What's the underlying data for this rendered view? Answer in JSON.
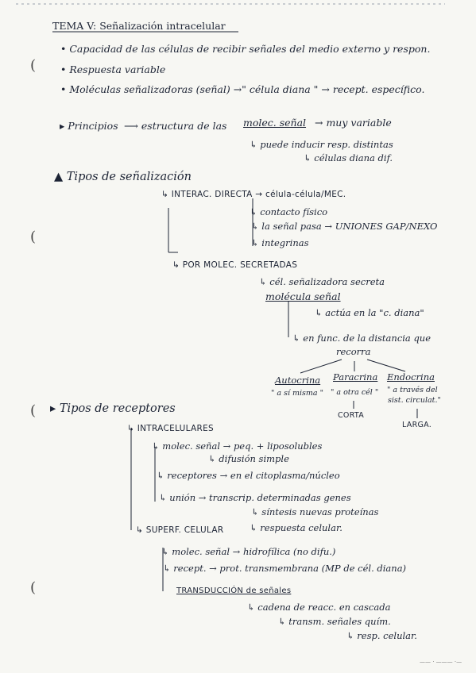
{
  "title": "TEMA V: Señalización intracelular",
  "intro": {
    "b1": "• Capacidad de las células de recibir señales del medio externo y respon.",
    "b2": "• Respuesta variable",
    "b3": "• Moléculas señalizadoras (señal) →\" célula diana \" → recept. específico."
  },
  "principios": {
    "head": "▸ Principios",
    "arrow": "⟶ estructura de las",
    "molec": "molec. señal",
    "muy": "→ muy variable",
    "puede": "↳ puede inducir resp. distintas",
    "celulas": "↳ células diana dif."
  },
  "tipos_senal": {
    "head": "▲ Tipos de señalización",
    "interac": "↳ INTERAC. DIRECTA → célula-célula/MEC.",
    "contacto": "↳ contacto físico",
    "pasa": "↳ la señal pasa → UNIONES GAP/NEXO",
    "integrinas": "↳ integrinas",
    "secretadas": "↳ POR MOLEC. SECRETADAS",
    "cel_senal": "↳ cél. señalizadora secreta",
    "molecula": "molécula señal",
    "actua": "↳ actúa en la \"c. diana\"",
    "enfunc": "↳ en func. de la distancia que",
    "recorra": "recorra",
    "autocrina": "Autocrina",
    "paracrina": "Paracrina",
    "endocrina": "Endocrina",
    "auto_sub": "\" a sí misma \"",
    "para_sub": "\" a otra cél \"",
    "endo_sub1": "\" a través del",
    "endo_sub2": "sist. circulat.\"",
    "corta": "CORTA",
    "larga": "LARGA."
  },
  "tipos_rec": {
    "head": "▸ Tipos de receptores",
    "intra": "↳ INTRACELULARES",
    "molec": "↳ molec. señal → peq. + liposolubles",
    "difusion": "↳ difusión simple",
    "receptores": "↳ receptores → en el citoplasma/núcleo",
    "union": "↳ unión → transcrip. determinadas genes",
    "sintesis": "↳ síntesis nuevas proteínas",
    "respuesta": "↳ respuesta celular.",
    "superf": "↳ SUPERF. CELULAR",
    "hidro": "↳ molec. señal → hidrofílica (no difu.)",
    "recept": "↳ recept. → prot. transmembrana (MP de cél. diana)",
    "transd": "TRANSDUCCIÓN de señales",
    "cadena": "↳ cadena de reacc. en cascada",
    "transm": "↳ transm. señales quím.",
    "resp": "↳ resp. celular."
  },
  "margin_marks": [
    "(",
    "(",
    "(",
    "("
  ],
  "footer": "—— · ——— ·—"
}
